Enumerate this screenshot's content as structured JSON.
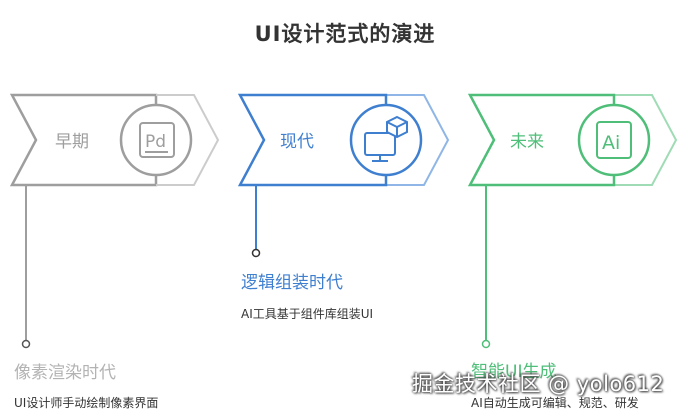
{
  "title": "UI设计范式的演进",
  "stages": [
    {
      "label": "早期",
      "icon": "photoshop-logo-icon",
      "icon_text": "Pd",
      "color": "#9e9e9e",
      "color_light": "#cccccc",
      "era_title": "像素渲染时代",
      "era_title_color": "#b3b3b3",
      "description": "UI设计师手动绘制像素界面"
    },
    {
      "label": "现代",
      "icon": "cube-monitor-icon",
      "icon_text": "",
      "color": "#3f7fd0",
      "color_light": "#8fb6e6",
      "era_title": "逻辑组装时代",
      "era_title_color": "#3f7fd0",
      "description": "AI工具基于组件库组装UI"
    },
    {
      "label": "未来",
      "icon": "ai-logo-icon",
      "icon_text": "Ai",
      "color": "#4fbe78",
      "color_light": "#9fdcb5",
      "era_title": "智能UI生成",
      "era_title_color": "#4fbe78",
      "description": "AI自动生成可编辑、规范、研发"
    }
  ],
  "watermark": "掘金技术社区 @ yolo612"
}
